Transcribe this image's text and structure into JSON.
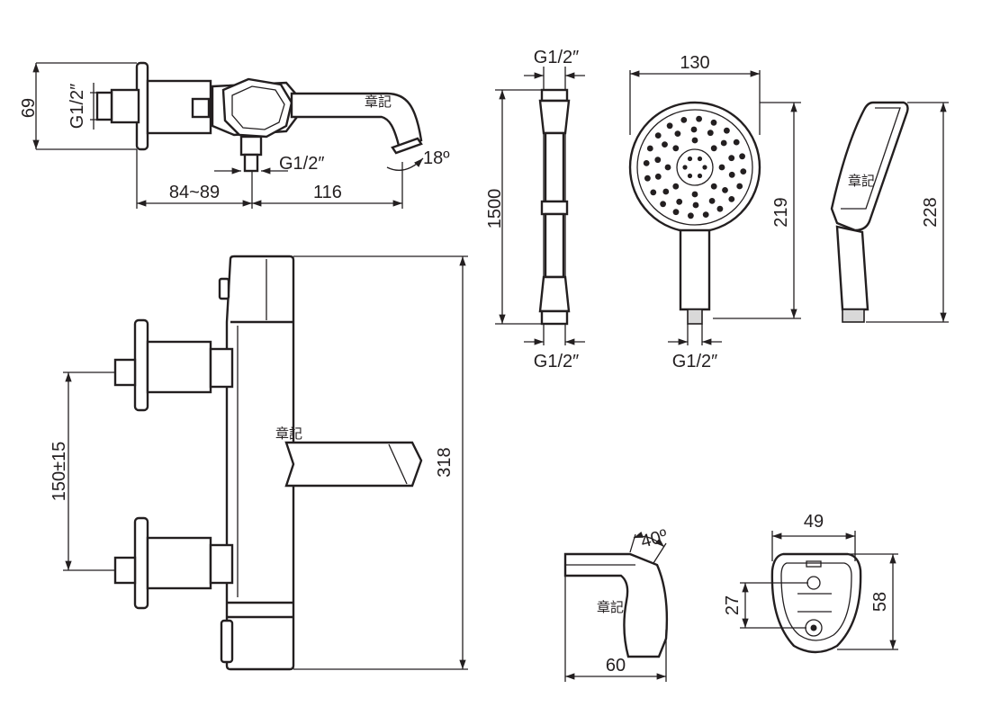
{
  "watermark": "章記",
  "views": {
    "side": {
      "height": "69",
      "inlet_thread": "G1/2″",
      "outlet_thread": "G1/2″",
      "offset": "84~89",
      "spout_length": "116",
      "spout_angle": "18º"
    },
    "front": {
      "centers": "150±15",
      "height": "318"
    },
    "hose": {
      "thread_top": "G1/2″",
      "length": "1500",
      "thread_bottom": "G1/2″"
    },
    "handshower_front": {
      "diameter": "130",
      "length": "219",
      "thread": "G1/2″"
    },
    "handshower_side": {
      "length": "228"
    },
    "holder_side": {
      "angle": "40º",
      "depth": "60"
    },
    "holder_back": {
      "width": "49",
      "hole_spacing": "27",
      "height": "58"
    }
  }
}
